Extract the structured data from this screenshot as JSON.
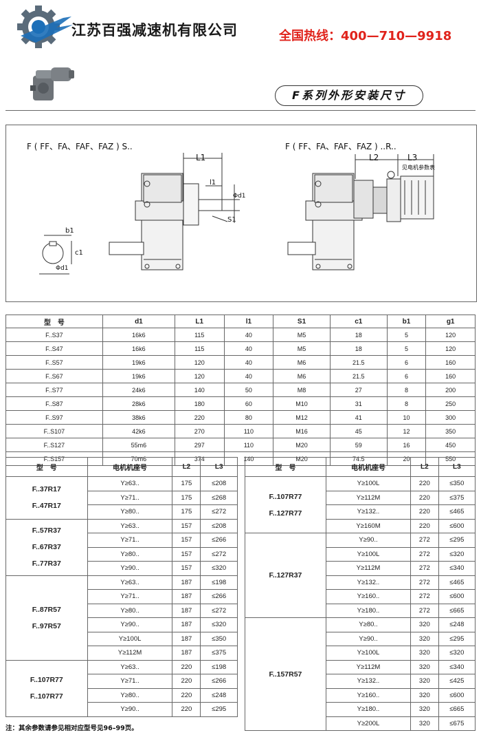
{
  "header": {
    "company": "江苏百强减速机有限公司",
    "hotline": "全国热线：400—710—9918",
    "section_title": "F系列外形安装尺寸"
  },
  "drawing": {
    "left_title": "F ( FF、FA、FAF、FAZ ) S..",
    "right_title": "F ( FF、FA、FAF、FAZ ) ..R..",
    "labels": {
      "L1": "L1",
      "l1": "l1",
      "phi_d1": "Φd1",
      "S1": "S1",
      "b1": "b1",
      "c1": "c1",
      "phi_d1_key": "Φd1",
      "L2": "L2",
      "L3": "L3",
      "motor_ref": "见电机参数表"
    }
  },
  "table1": {
    "headers": [
      "型　号",
      "d1",
      "L1",
      "l1",
      "S1",
      "c1",
      "b1",
      "g1"
    ],
    "rows": [
      [
        "F..S37",
        "16k6",
        "115",
        "40",
        "M5",
        "18",
        "5",
        "120"
      ],
      [
        "F..S47",
        "16k6",
        "115",
        "40",
        "M5",
        "18",
        "5",
        "120"
      ],
      [
        "F..S57",
        "19k6",
        "120",
        "40",
        "M6",
        "21.5",
        "6",
        "160"
      ],
      [
        "F..S67",
        "19k6",
        "120",
        "40",
        "M6",
        "21.5",
        "6",
        "160"
      ],
      [
        "F..S77",
        "24k6",
        "140",
        "50",
        "M8",
        "27",
        "8",
        "200"
      ],
      [
        "F..S87",
        "28k6",
        "180",
        "60",
        "M10",
        "31",
        "8",
        "250"
      ],
      [
        "F..S97",
        "38k6",
        "220",
        "80",
        "M12",
        "41",
        "10",
        "300"
      ],
      [
        "F..S107",
        "42k6",
        "270",
        "110",
        "M16",
        "45",
        "12",
        "350"
      ],
      [
        "F..S127",
        "55m6",
        "297",
        "110",
        "M20",
        "59",
        "16",
        "450"
      ],
      [
        "F..S157",
        "70m6",
        "374",
        "140",
        "M20",
        "74.5",
        "20",
        "550"
      ]
    ]
  },
  "table2": {
    "headers": [
      "型　号",
      "电机机座号",
      "L2",
      "L3"
    ],
    "groups": [
      {
        "models": [
          "F..37R17",
          "F..47R17"
        ],
        "rows": [
          [
            "Y≥63..",
            "175",
            "≤208"
          ],
          [
            "Y≥71..",
            "175",
            "≤268"
          ],
          [
            "Y≥80..",
            "175",
            "≤272"
          ]
        ]
      },
      {
        "models": [
          "F..57R37",
          "F..67R37",
          "F..77R37"
        ],
        "rows": [
          [
            "Y≥63..",
            "157",
            "≤208"
          ],
          [
            "Y≥71..",
            "157",
            "≤266"
          ],
          [
            "Y≥80..",
            "157",
            "≤272"
          ],
          [
            "Y≥90..",
            "157",
            "≤320"
          ]
        ]
      },
      {
        "models": [
          "F..87R57",
          "F..97R57"
        ],
        "rows": [
          [
            "Y≥63..",
            "187",
            "≤198"
          ],
          [
            "Y≥71..",
            "187",
            "≤266"
          ],
          [
            "Y≥80..",
            "187",
            "≤272"
          ],
          [
            "Y≥90..",
            "187",
            "≤320"
          ],
          [
            "Y≥100L",
            "187",
            "≤350"
          ],
          [
            "Y≥112M",
            "187",
            "≤375"
          ]
        ]
      },
      {
        "models": [
          "F..107R77",
          "F..107R77"
        ],
        "rows": [
          [
            "Y≥63..",
            "220",
            "≤198"
          ],
          [
            "Y≥71..",
            "220",
            "≤266"
          ],
          [
            "Y≥80..",
            "220",
            "≤248"
          ],
          [
            "Y≥90..",
            "220",
            "≤295"
          ]
        ]
      }
    ]
  },
  "table3": {
    "headers": [
      "型　号",
      "电机机座号",
      "L2",
      "L3"
    ],
    "groups": [
      {
        "models": [
          "F..107R77",
          "F..127R77"
        ],
        "rows": [
          [
            "Y≥100L",
            "220",
            "≤350"
          ],
          [
            "Y≥112M",
            "220",
            "≤375"
          ],
          [
            "Y≥132..",
            "220",
            "≤465"
          ],
          [
            "Y≥160M",
            "220",
            "≤600"
          ]
        ]
      },
      {
        "models": [
          "F..127R37"
        ],
        "rows": [
          [
            "Y≥90..",
            "272",
            "≤295"
          ],
          [
            "Y≥100L",
            "272",
            "≤320"
          ],
          [
            "Y≥112M",
            "272",
            "≤340"
          ],
          [
            "Y≥132..",
            "272",
            "≤465"
          ],
          [
            "Y≥160..",
            "272",
            "≤600"
          ],
          [
            "Y≥180..",
            "272",
            "≤665"
          ]
        ]
      },
      {
        "models": [
          "F..157R57"
        ],
        "rows": [
          [
            "Y≥80..",
            "320",
            "≤248"
          ],
          [
            "Y≥90..",
            "320",
            "≤295"
          ],
          [
            "Y≥100L",
            "320",
            "≤320"
          ],
          [
            "Y≥112M",
            "320",
            "≤340"
          ],
          [
            "Y≥132..",
            "320",
            "≤425"
          ],
          [
            "Y≥160..",
            "320",
            "≤600"
          ],
          [
            "Y≥180..",
            "320",
            "≤665"
          ],
          [
            "Y≥200L",
            "320",
            "≤675"
          ]
        ]
      }
    ]
  },
  "note": "注：其余参数请参见相对应型号见96–99页。",
  "colors": {
    "accent_red": "#e0231b",
    "logo_blue": "#1c6fb8",
    "logo_gray": "#5a6b7a"
  }
}
